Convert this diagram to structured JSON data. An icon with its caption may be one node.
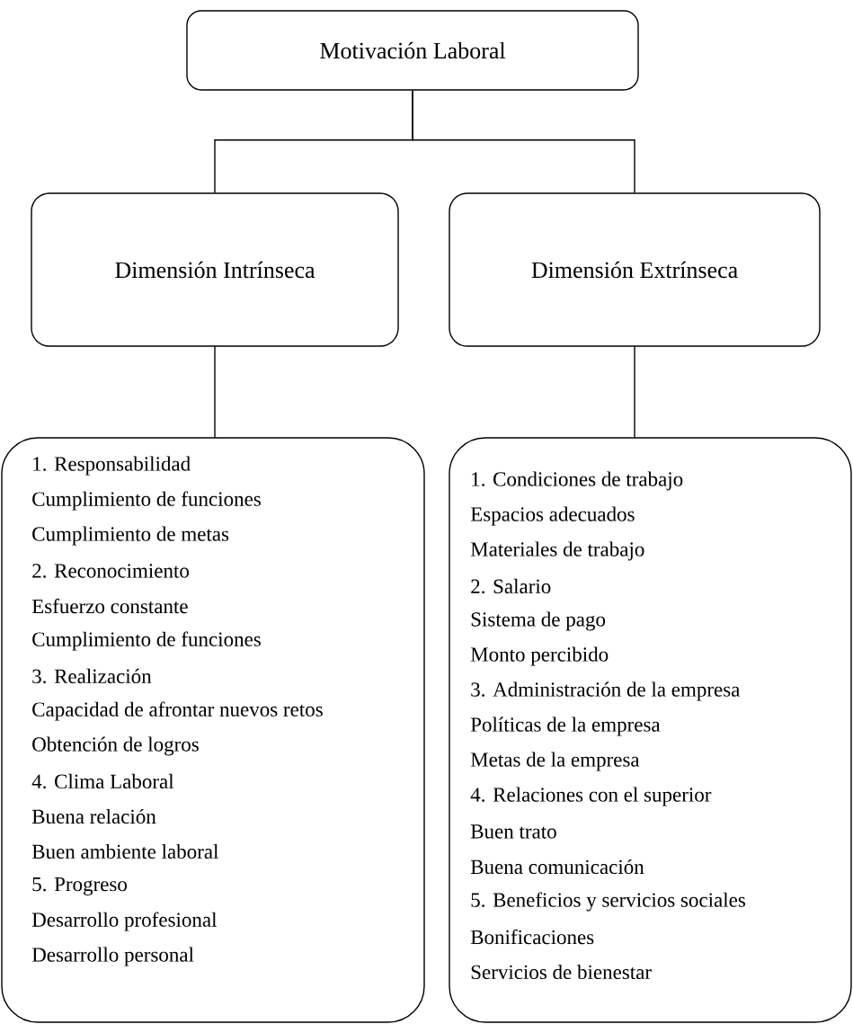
{
  "diagram": {
    "nodes": [
      {
        "text": [
          "Motivación Laboral"
        ]
      },
      {
        "text": [
          "Dimensión Intrínseca"
        ]
      },
      {
        "text": [
          "Dimensión Extrínseca"
        ]
      },
      {
        "text": [
          "1. Responsabilidad",
          "Cumplimiento de funciones",
          "Cumplimiento de metas",
          "2. Reconocimiento",
          "Esfuerzo constante",
          "Cumplimiento de funciones",
          "3. Realización",
          "Capacidad de afrontar nuevos retos",
          "Obtención de logros",
          "4. Clima Laboral",
          "Buena relación",
          "Buen ambiente laboral",
          "5. Progreso",
          "Desarrollo profesional",
          "Desarrollo personal"
        ]
      },
      {
        "text": [
          "1. Condiciones de trabajo",
          "Espacios adecuados",
          "Materiales de trabajo",
          "2. Salario",
          "Sistema de pago",
          "Monto percibido",
          "3. Administración de la empresa",
          "Políticas de la empresa",
          "Metas de la empresa",
          "4. Relaciones con el superior",
          "Buen trato",
          "Buena comunicación",
          "5. Beneficios y servicios sociales",
          "Bonificaciones",
          "Servicios de bienestar"
        ]
      }
    ],
    "edges": [
      {
        "from": 0,
        "to": 1,
        "arrow": "none"
      },
      {
        "from": 0,
        "to": 2,
        "arrow": "none"
      },
      {
        "from": 1,
        "to": 3,
        "arrow": "none"
      },
      {
        "from": 2,
        "to": 4,
        "arrow": "none"
      }
    ]
  }
}
